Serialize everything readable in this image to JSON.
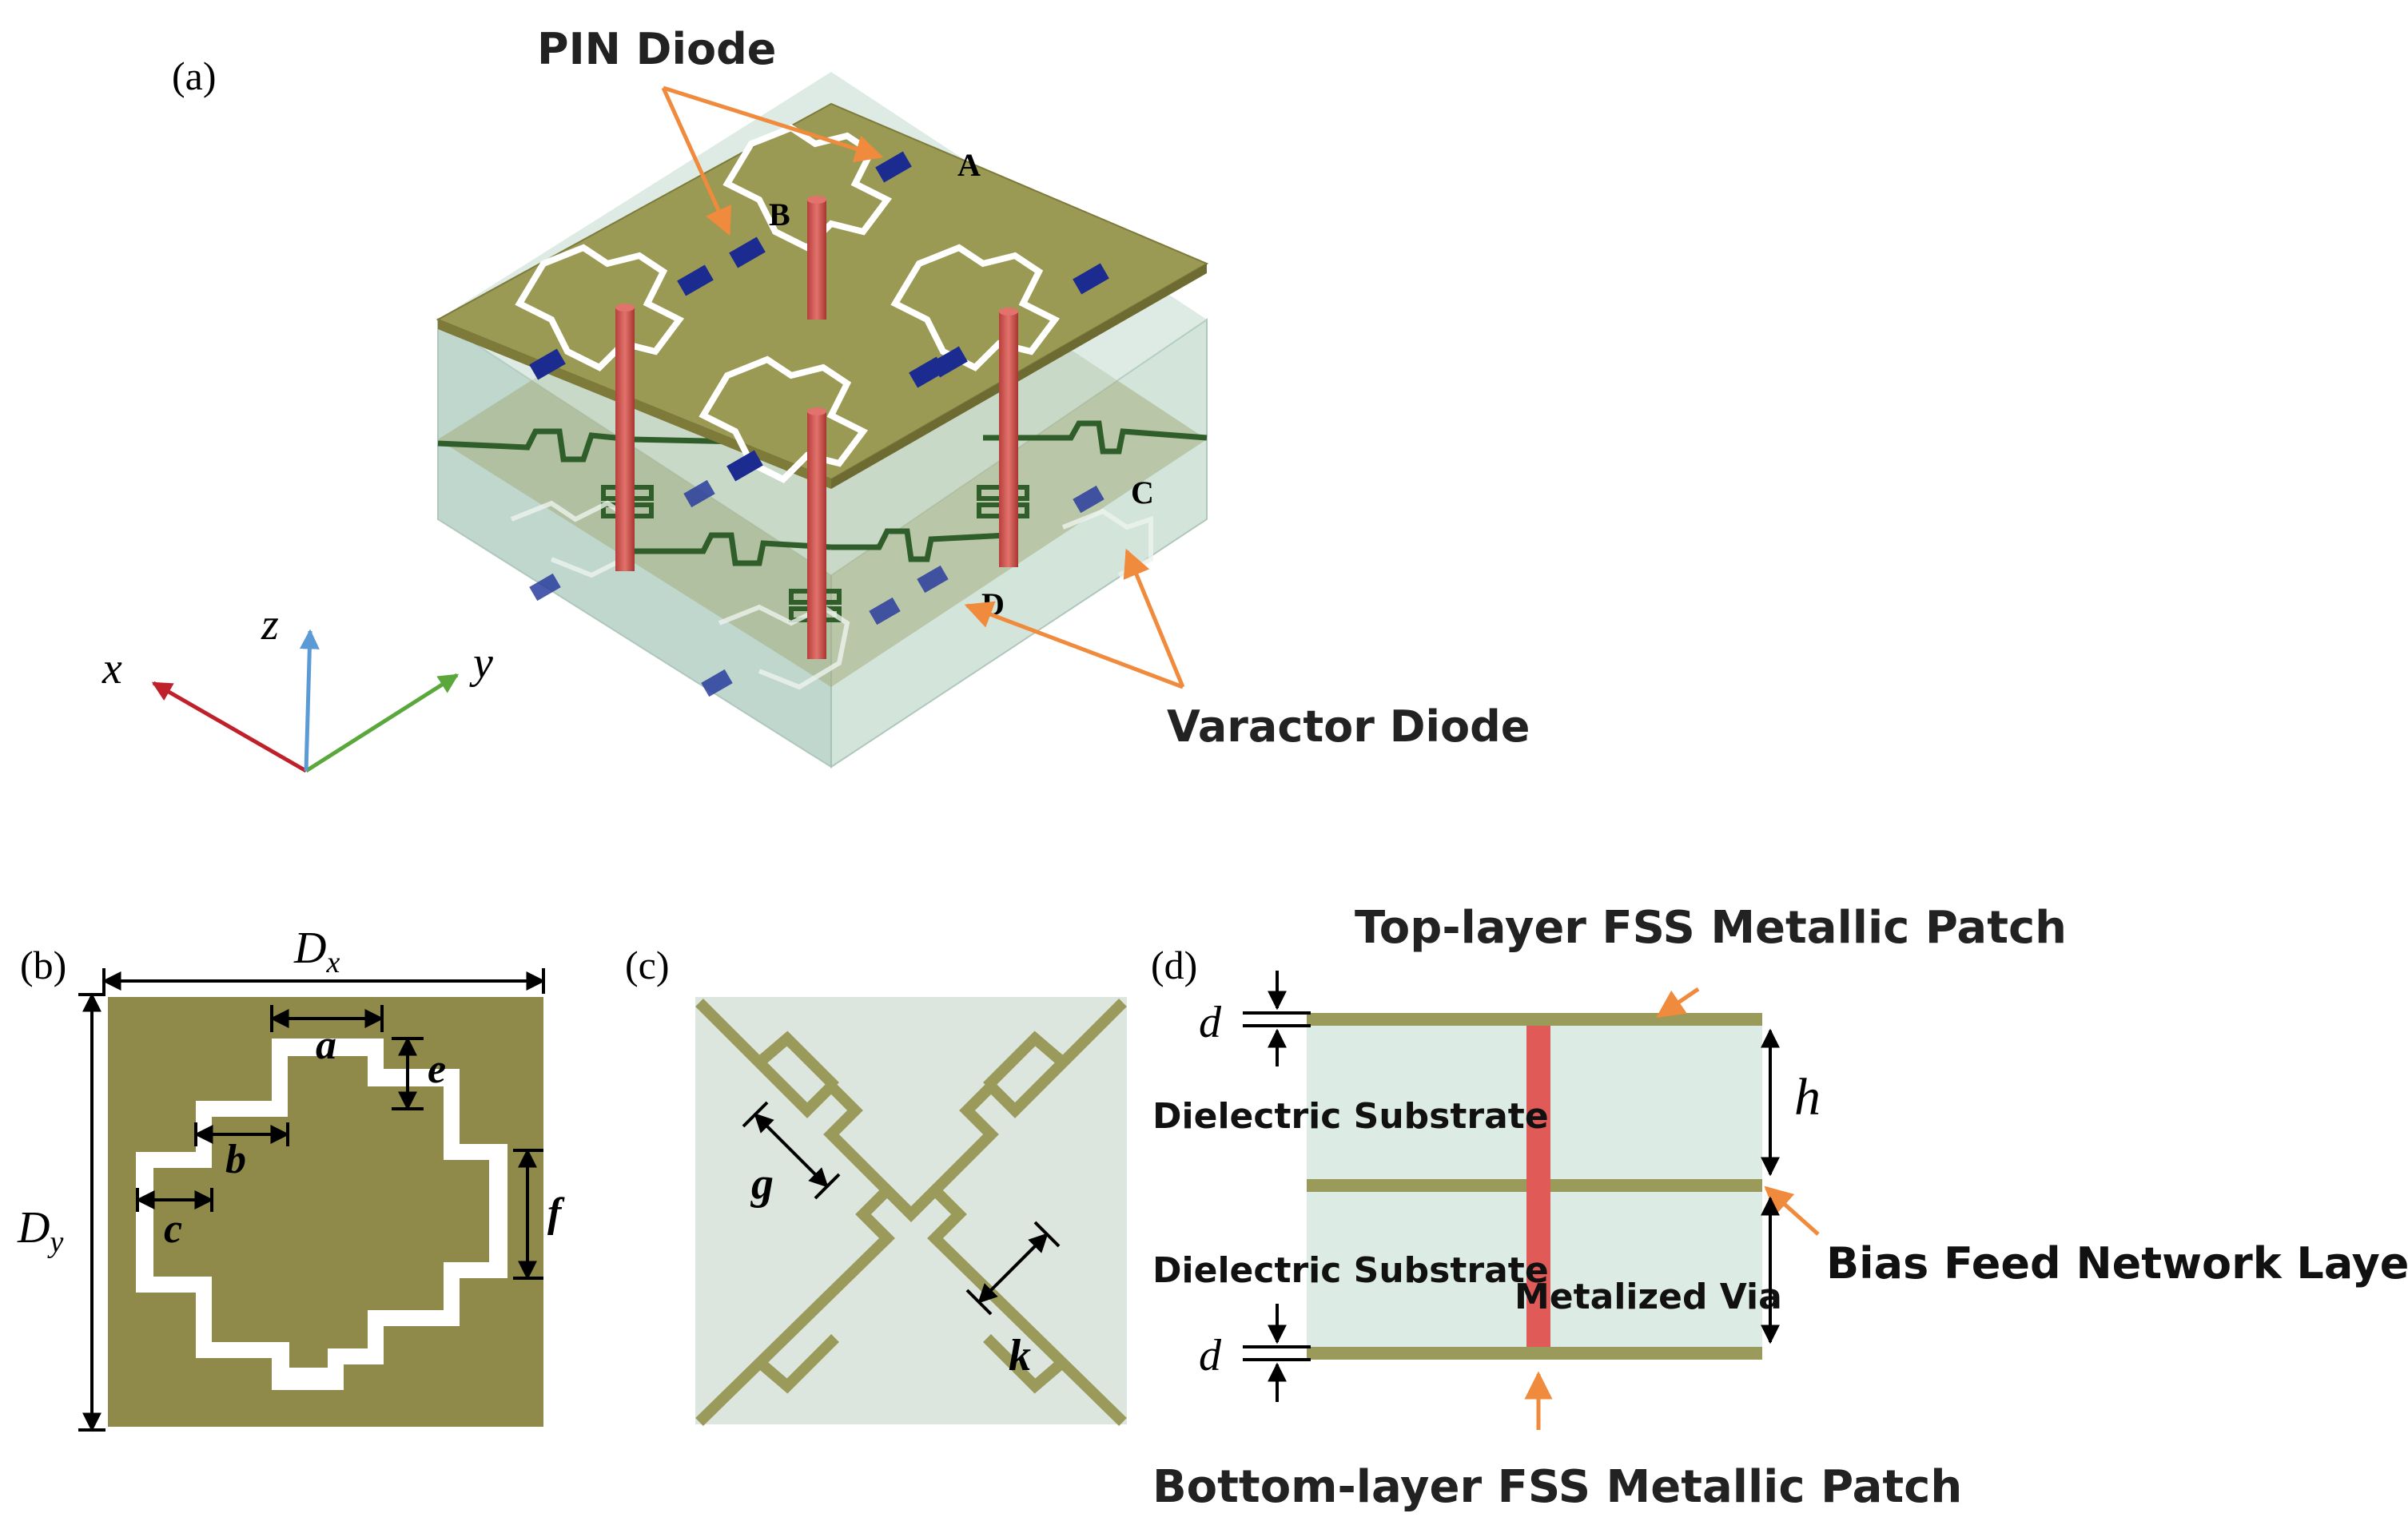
{
  "panels": {
    "a": {
      "label": "(a)",
      "pin_diode": "PIN Diode",
      "varactor_diode": "Varactor Diode",
      "point_a": "A",
      "point_b": "B",
      "point_c": "C",
      "point_d": "D",
      "axis_x": "x",
      "axis_y": "y",
      "axis_z": "z"
    },
    "b": {
      "label": "(b)",
      "dx_main": "D",
      "dx_sub": "x",
      "dy_main": "D",
      "dy_sub": "y",
      "a": "a",
      "b": "b",
      "c": "c",
      "e": "e",
      "f": "f"
    },
    "c": {
      "label": "(c)",
      "g": "g",
      "k": "k"
    },
    "d": {
      "label": "(d)",
      "top_patch": "Top-layer FSS Metallic Patch",
      "bottom_patch": "Bottom-layer FSS Metallic Patch",
      "dielectric_top": "Dielectric Substrate",
      "dielectric_bottom": "Dielectric Substrate",
      "bias_layer": "Bias Feed Network Layer",
      "via": "Metalized Via",
      "d_top": "d",
      "d_bottom": "d",
      "h": "h"
    }
  },
  "colors": {
    "metal": "#8f8a4a",
    "metal_dark": "#7d7a3a",
    "substrate": "#dcebe3",
    "substrate_edge": "#b8cfc4",
    "pin": "#1c2b8f",
    "via": "#d9544f",
    "trace": "#2f5e2a",
    "arrow_orange": "#f08a3c",
    "axis_x": "#c0202a",
    "axis_y": "#5aa83c",
    "axis_z": "#5b9bd5"
  }
}
